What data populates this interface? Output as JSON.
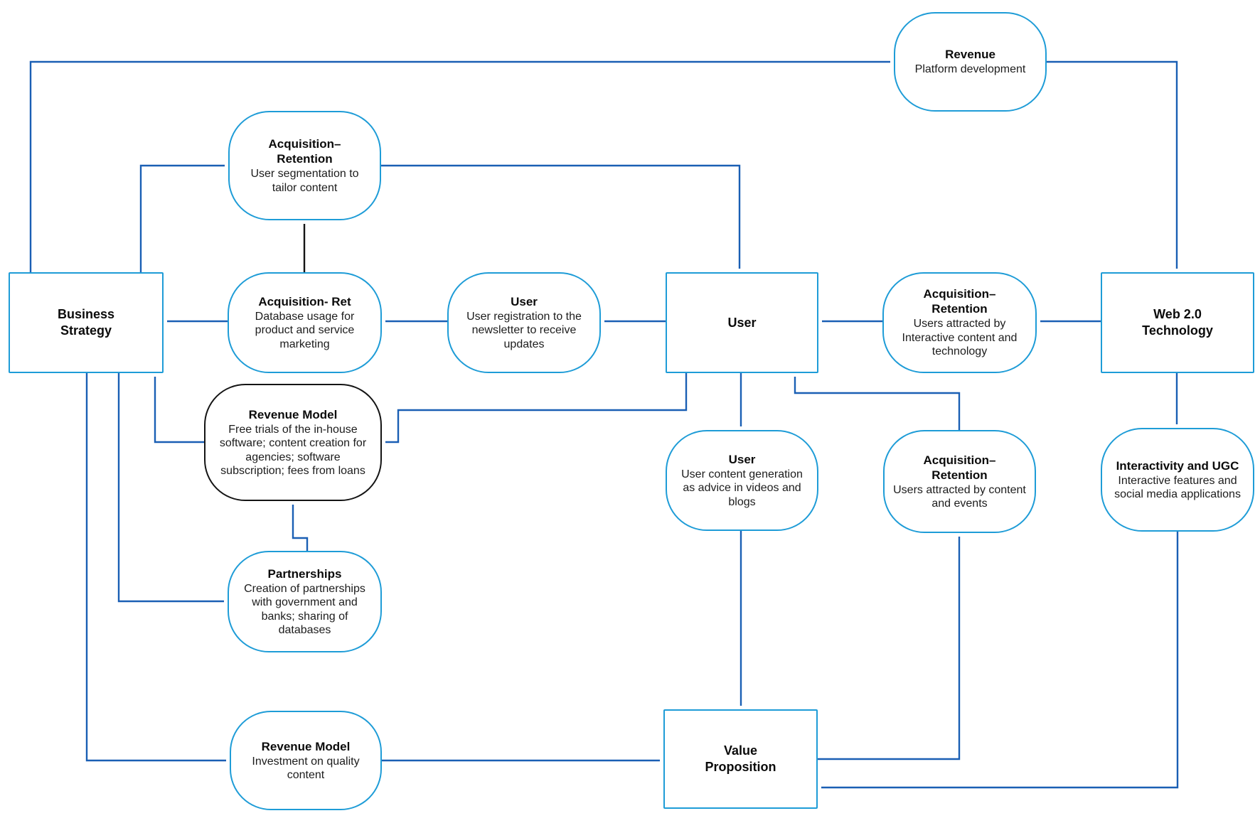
{
  "diagram_type": "flowchart",
  "colors": {
    "node_border_blue": "#1E9CD7",
    "node_border_black": "#141414",
    "arrow_blue": "#1A5FB4",
    "arrow_black": "#141414",
    "text": "#111111",
    "background": "#FFFFFF"
  },
  "nodes": {
    "revenue_platform": {
      "shape": "rounded",
      "title": "Revenue",
      "sub": "Platform development"
    },
    "acquisition_retention_top": {
      "shape": "rounded",
      "title": "Acquisition–\nRetention",
      "sub": "User segmentation to tailor content"
    },
    "business_strategy": {
      "shape": "rect",
      "title": "Business\nStrategy",
      "sub": ""
    },
    "acquisition_ret_middle": {
      "shape": "rounded",
      "title": "Acquisition- Ret",
      "sub": "Database usage for product and service marketing"
    },
    "user_registration": {
      "shape": "rounded",
      "title": "User",
      "sub": "User registration to the newsletter to receive updates"
    },
    "user": {
      "shape": "rect",
      "title": "User",
      "sub": ""
    },
    "acquisition_retention_interactive": {
      "shape": "rounded",
      "title": "Acquisition–\nRetention",
      "sub": "Users attracted by Interactive content and technology"
    },
    "web20_technology": {
      "shape": "rect",
      "title": "Web 2.0\nTechnology",
      "sub": ""
    },
    "revenue_model_free_trials": {
      "shape": "rounded-black",
      "title": "Revenue Model",
      "sub": "Free trials of the in-house software; content creation for agencies; software subscription; fees from loans"
    },
    "user_content": {
      "shape": "rounded",
      "title": "User",
      "sub": "User content generation as advice in videos and blogs"
    },
    "acquisition_retention_events": {
      "shape": "rounded",
      "title": "Acquisition–\nRetention",
      "sub": "Users attracted by content and events"
    },
    "interactivity_ugc": {
      "shape": "rounded",
      "title": "Interactivity and UGC",
      "sub": "Interactive features and social media applications"
    },
    "partnerships": {
      "shape": "rounded",
      "title": "Partnerships",
      "sub": "Creation of partnerships with government and banks; sharing of databases"
    },
    "revenue_model_investment": {
      "shape": "rounded",
      "title": "Revenue Model",
      "sub": "Investment on quality content"
    },
    "value_proposition": {
      "shape": "rect",
      "title": "Value\nProposition",
      "sub": ""
    }
  },
  "edges": [
    {
      "from": "business_strategy",
      "to": "revenue_platform",
      "color": "blue"
    },
    {
      "from": "revenue_platform",
      "to": "web20_technology",
      "color": "blue"
    },
    {
      "from": "business_strategy",
      "to": "acquisition_retention_top",
      "color": "blue"
    },
    {
      "from": "acquisition_retention_top",
      "to": "user",
      "color": "blue"
    },
    {
      "from": "acquisition_ret_middle",
      "to": "acquisition_retention_top",
      "color": "black"
    },
    {
      "from": "acquisition_ret_middle",
      "to": "business_strategy",
      "color": "blue"
    },
    {
      "from": "user",
      "to": "user_registration",
      "color": "blue"
    },
    {
      "from": "user_registration",
      "to": "acquisition_ret_middle",
      "color": "blue"
    },
    {
      "from": "acquisition_retention_interactive",
      "to": "user",
      "color": "blue"
    },
    {
      "from": "web20_technology",
      "to": "acquisition_retention_interactive",
      "color": "blue"
    },
    {
      "from": "user",
      "to": "revenue_model_free_trials",
      "color": "blue"
    },
    {
      "from": "user",
      "to": "user_content",
      "color": "blue"
    },
    {
      "from": "acquisition_retention_events",
      "to": "user",
      "color": "blue"
    },
    {
      "from": "revenue_model_free_trials",
      "to": "business_strategy",
      "color": "blue"
    },
    {
      "from": "business_strategy",
      "to": "partnerships",
      "color": "blue"
    },
    {
      "from": "business_strategy",
      "to": "revenue_model_investment",
      "color": "blue"
    },
    {
      "from": "partnerships",
      "to": "revenue_model_free_trials",
      "color": "blue"
    },
    {
      "from": "user_content",
      "to": "value_proposition",
      "color": "blue"
    },
    {
      "from": "revenue_model_investment",
      "to": "value_proposition",
      "color": "blue"
    },
    {
      "from": "value_proposition",
      "to": "acquisition_retention_events",
      "color": "blue"
    },
    {
      "from": "web20_technology",
      "to": "interactivity_ugc",
      "color": "blue"
    },
    {
      "from": "interactivity_ugc",
      "to": "value_proposition",
      "color": "blue"
    }
  ]
}
